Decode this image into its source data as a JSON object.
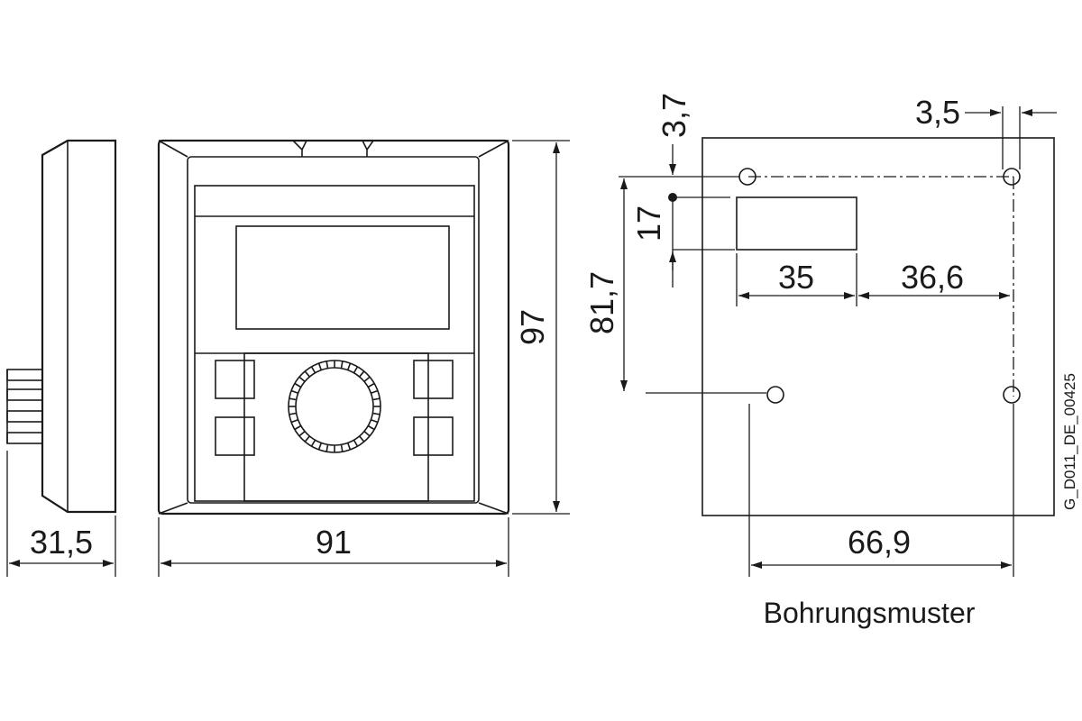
{
  "dimensions": {
    "side_depth": "31,5",
    "front_width": "91",
    "front_height": "97",
    "hole_top_offset": "3,7",
    "cutout_height": "17",
    "cutout_width": "35",
    "cutout_to_hole": "36,6",
    "hole_right_offset": "3,5",
    "hole_vertical_spacing": "81,7",
    "hole_horizontal_spacing": "66,9"
  },
  "caption": "Bohrungsmuster",
  "drawing_code": "G_D011_DE_00425"
}
